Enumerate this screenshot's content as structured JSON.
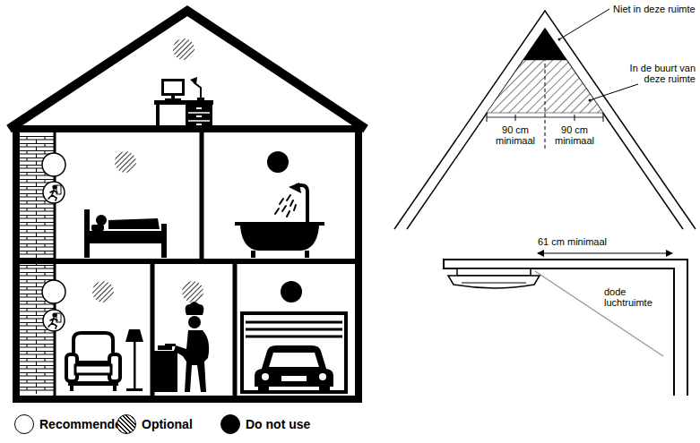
{
  "diagram": {
    "labels": [
      "Niet in deze ruimte",
      "In de buurt van deze ruimte",
      "90 cm minimaal",
      "90 cm minimaal",
      "61 cm minimaal",
      "dode luchtruimte"
    ],
    "legend": [
      {
        "text": "Recommended",
        "color": "#ffffff"
      },
      {
        "text": "Optional"
      },
      {
        "text": "Do not use",
        "color": "#000000"
      }
    ]
  }
}
